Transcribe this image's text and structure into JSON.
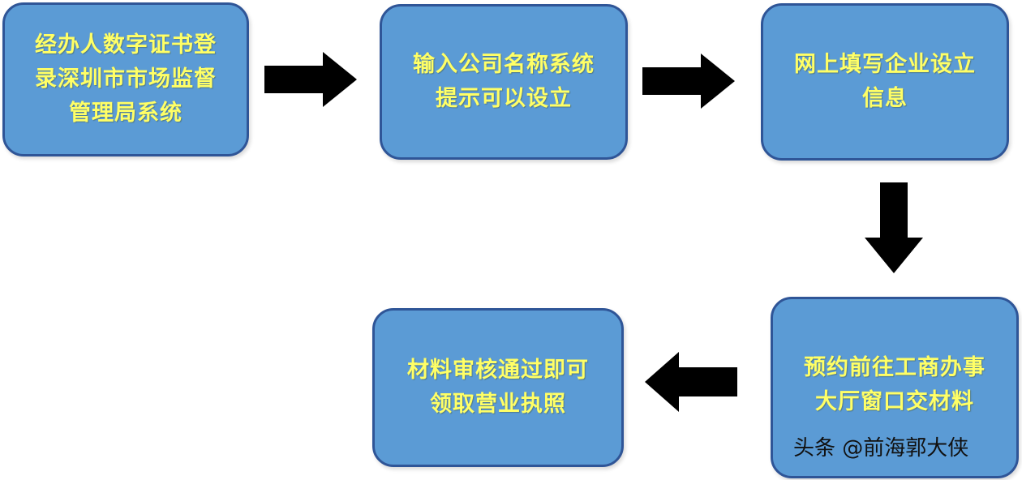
{
  "diagram": {
    "steps": [
      {
        "lines": [
          "经办人数字证书登",
          "录深圳市市场监督",
          "管理局系统"
        ]
      },
      {
        "lines": [
          "输入公司名称系统",
          "提示可以设立"
        ]
      },
      {
        "lines": [
          "网上填写企业设立",
          "信息"
        ]
      },
      {
        "lines": [
          "预约前往工商办事",
          "大厅窗口交材料"
        ]
      },
      {
        "lines": [
          "材料审核通过即可",
          "领取营业执照"
        ]
      }
    ],
    "colors": {
      "box_fill": "#5b9bd5",
      "box_border": "#2f5597",
      "box_text": "#ffff66",
      "arrow": "#000000"
    }
  },
  "watermark": {
    "text": "头条 @前海郭大侠"
  }
}
